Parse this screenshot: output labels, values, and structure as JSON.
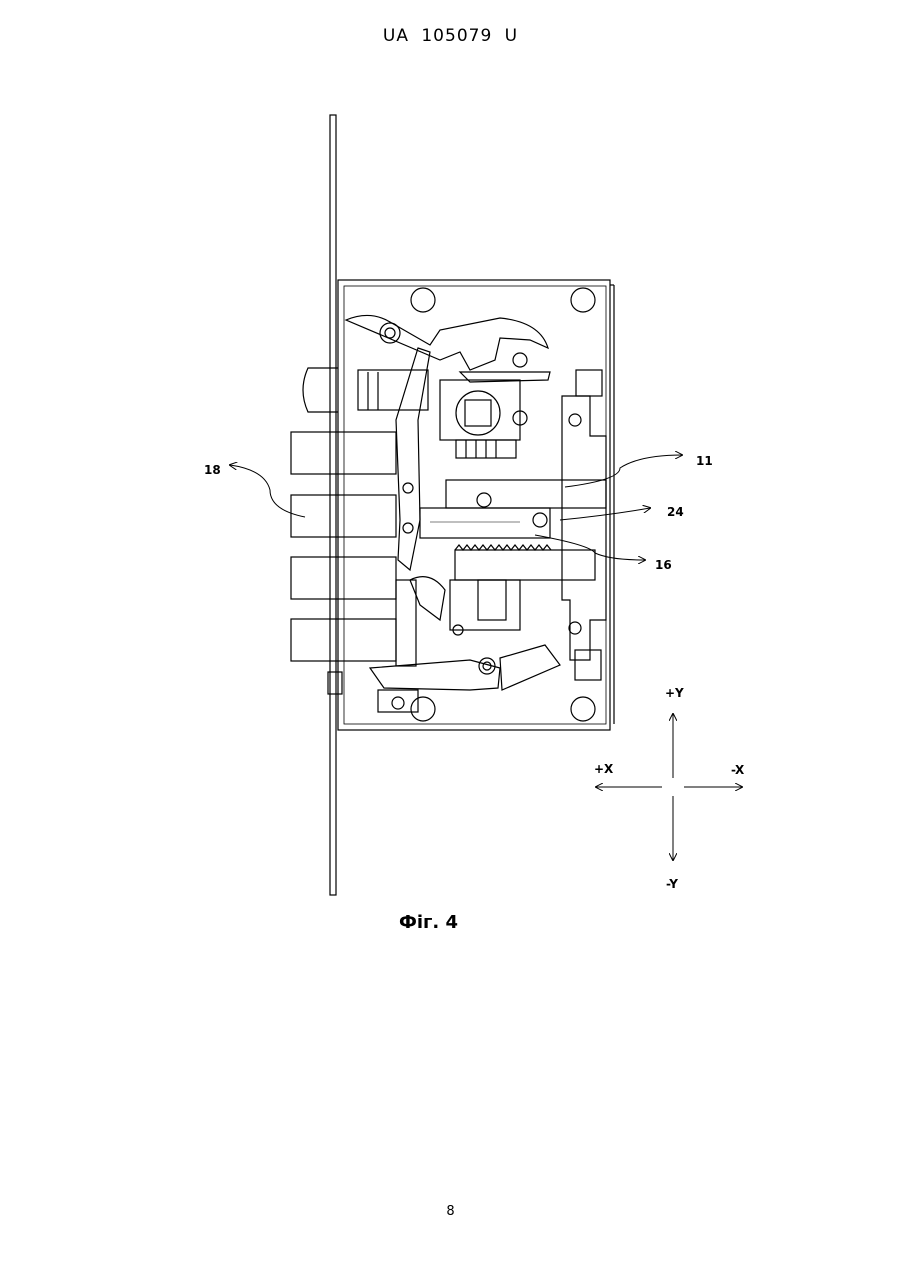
{
  "header": {
    "doc_number": "UA   105079   U"
  },
  "figure": {
    "caption": "Фіг. 4",
    "ref_labels": {
      "r11": "11",
      "r24": "24",
      "r16": "16",
      "r18": "18"
    },
    "axes": {
      "plus_y": "+Y",
      "minus_y": "-Y",
      "plus_x": "+X",
      "minus_x": "-X"
    }
  },
  "footer": {
    "page_number": "8"
  }
}
